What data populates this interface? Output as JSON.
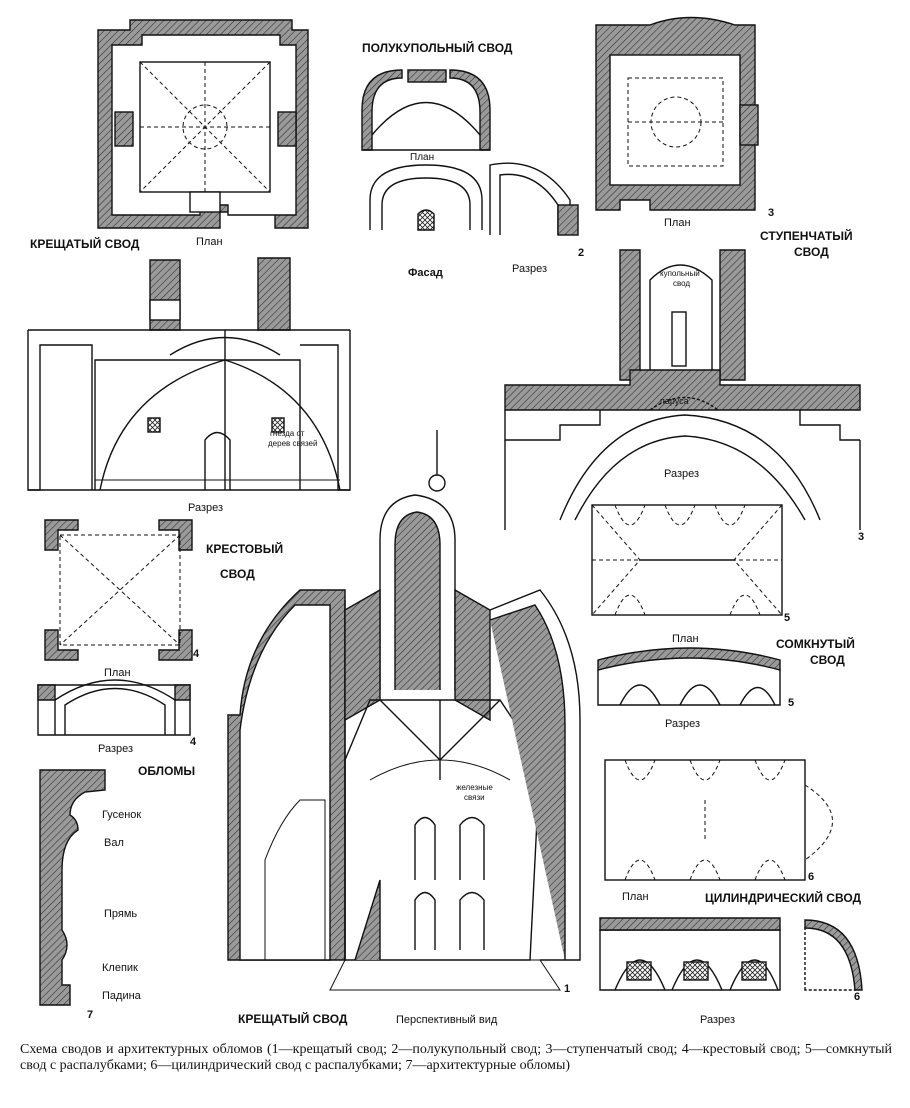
{
  "labels": {
    "krestaty_svod_top": "КРЕЩАТЫЙ СВОД",
    "plan_1": "План",
    "polukupolny_svod": "ПОЛУКУПОЛЬНЫЙ СВОД",
    "plan_2": "План",
    "fasad": "Фасад",
    "razrez_2": "Разрез",
    "num_2": "2",
    "plan_3": "План",
    "num_3_top": "3",
    "stupenchaty_svod_line1": "СТУПЕНЧАТЫЙ",
    "stupenchaty_svod_line2": "СВОД",
    "kupolny_svod_line1": "купольный",
    "kupolny_svod_line2": "свод",
    "parusa": "паруса",
    "razrez_3": "Разрез",
    "num_3_bottom": "3",
    "gnezda_line1": "гнезда от",
    "gnezda_line2": "дерев связей",
    "razrez_1": "Разрез",
    "krestovy_svod_line1": "КРЕСТОВЫЙ",
    "krestovy_svod_line2": "СВОД",
    "num_4_plan": "4",
    "plan_4": "План",
    "num_4_razrez": "4",
    "razrez_4": "Разрез",
    "oblomy": "ОБЛОМЫ",
    "gusenok": "Гусенок",
    "val": "Вал",
    "pryam": "Прямь",
    "klepik": "Клепик",
    "padina": "Падина",
    "num_7": "7",
    "num_5_plan": "5",
    "plan_5": "План",
    "somknuty_svod_line1": "СОМКНУТЫЙ",
    "somknuty_svod_line2": "СВОД",
    "num_5_razrez": "5",
    "razrez_5": "Разрез",
    "zheleznye_line1": "железные",
    "zheleznye_line2": "связи",
    "num_6_plan": "6",
    "plan_6": "План",
    "cilindrichesky_svod": "ЦИЛИНДРИЧЕСКИЙ СВОД",
    "num_6_razrez": "6",
    "razrez_6": "Разрез",
    "krestaty_svod_bottom": "КРЕЩАТЫЙ СВОД",
    "perspektivny_vid": "Перспективный вид",
    "num_1": "1"
  },
  "caption": {
    "text": "Схема сводов и архитектурных обломов (1—крещатый свод; 2—полукупольный свод; 3—ступенчатый свод; 4—крестовый свод; 5—сомкнутый свод с распалубками; 6—цилиндрический свод с распалубками; 7—архитектурные обломы)"
  },
  "colors": {
    "ink": "#111111",
    "hatch": "#555555",
    "paper": "#ffffff"
  }
}
